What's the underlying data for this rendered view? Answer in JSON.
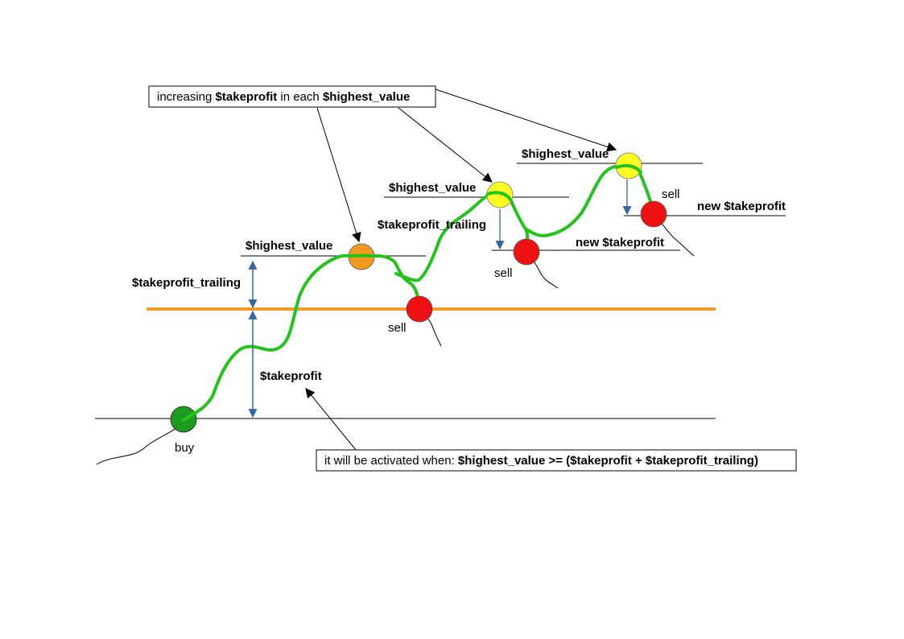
{
  "colors": {
    "price_line": "#22c41b",
    "takeprofit_line": "#f39a28",
    "measure_arrow": "#3465a4",
    "buy_circle": "#1e9a1e",
    "sell_circle": "#ee1111",
    "first_peak_circle": "#f39a1e",
    "later_peak_circle": "#ffff22",
    "annotation_arrow": "#000000"
  },
  "boxes": {
    "top": {
      "prefix": "increasing ",
      "kw1": "$takeprofit",
      "mid": " in each ",
      "kw2": "$highest_value"
    },
    "bottom": {
      "prefix": "it will be activated when: ",
      "condition": "$highest_value >= ($takeprofit + $takeprofit_trailing)"
    }
  },
  "labels": {
    "takeprofit_trailing_left": "$takeprofit_trailing",
    "takeprofit": "$takeprofit",
    "highest_value_1": "$highest_value",
    "highest_value_2": "$highest_value",
    "highest_value_3": "$highest_value",
    "takeprofit_trailing_mid": "$takeprofit_trailing",
    "new_takeprofit_1": "new $takeprofit",
    "new_takeprofit_2": "new $takeprofit",
    "buy": "buy",
    "sell_1": "sell",
    "sell_2": "sell",
    "sell_3": "sell"
  },
  "icons": {
    "markers": "circle",
    "arrows": "arrowhead"
  }
}
